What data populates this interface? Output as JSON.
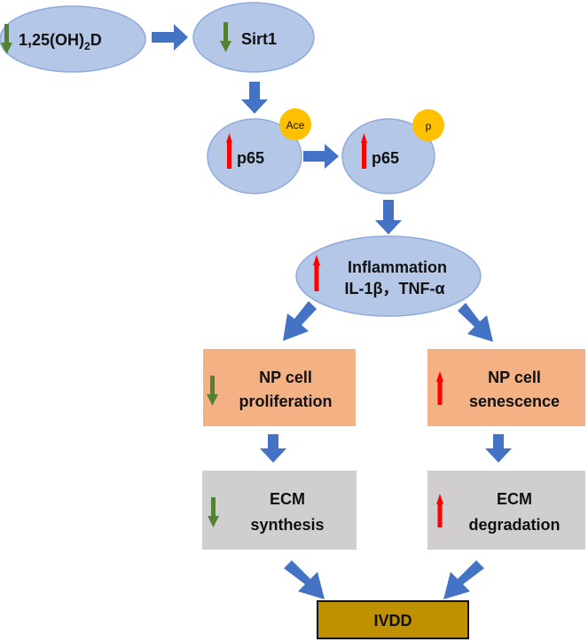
{
  "colors": {
    "ellipse_fill": "#b4c7e7",
    "ellipse_stroke": "#8faadc",
    "arrow_blue": "#4472c4",
    "up_red": "#ff0000",
    "down_green": "#548235",
    "badge_yellow": "#ffc000",
    "orange_box": "#f4b183",
    "gray_box": "#d0cece",
    "ivdd_box": "#bf9000"
  },
  "nodes": {
    "vitd": {
      "prefix": "1,25(OH)",
      "subscript": "2",
      "suffix": "D",
      "trend": "down"
    },
    "sirt1": {
      "label": "Sirt1",
      "trend": "down"
    },
    "p65_ace": {
      "label": "p65",
      "badge": "Ace",
      "trend": "up"
    },
    "p65_p": {
      "label": "p65",
      "badge": "p",
      "trend": "up"
    },
    "inflammation": {
      "line1": "Inflammation",
      "line2": "IL-1β，TNF-α",
      "trend": "up"
    },
    "np_prolif": {
      "line1": "NP cell",
      "line2": "proliferation",
      "trend": "down"
    },
    "np_senes": {
      "line1": "NP cell",
      "line2": "senescence",
      "trend": "up"
    },
    "ecm_synth": {
      "line1": "ECM",
      "line2": "synthesis",
      "trend": "down"
    },
    "ecm_degr": {
      "line1": "ECM",
      "line2": "degradation",
      "trend": "up"
    },
    "ivdd": {
      "label": "IVDD"
    }
  }
}
